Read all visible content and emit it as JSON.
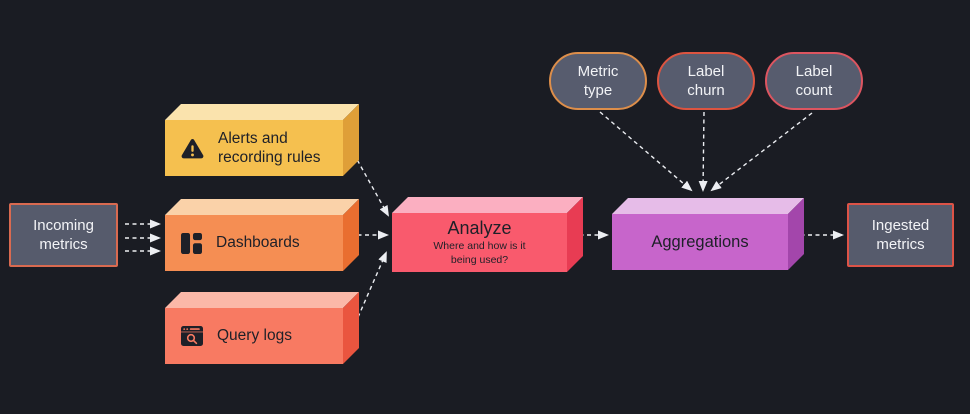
{
  "diagram": {
    "background": "#1a1c23",
    "arrow_color": "#eceef2",
    "nodes": {
      "incoming_metrics": {
        "label": "Incoming metrics",
        "fill": "#565b6c",
        "border": "#d96a50"
      },
      "alerts": {
        "label": "Alerts and recording rules",
        "icon": "warning-icon",
        "front": "#f5c04f",
        "top": "#fae3ad",
        "side": "#df9f38"
      },
      "dashboards": {
        "label": "Dashboards",
        "icon": "dashboard-grid-icon",
        "front": "#f58e53",
        "top": "#fad2a9",
        "side": "#e96e30"
      },
      "query_logs": {
        "label": "Query logs",
        "icon": "query-window-icon",
        "front": "#f87a62",
        "top": "#fbb8a8",
        "side": "#ea553f"
      },
      "analyze": {
        "title": "Analyze",
        "subtitle": "Where and how is it being used?",
        "front": "#f95a6d",
        "top": "#fbafc1",
        "side": "#e83c53"
      },
      "aggregations": {
        "label": "Aggregations",
        "front": "#c765cb",
        "top": "#e6bce8",
        "side": "#a346ab"
      },
      "ingested_metrics": {
        "label": "Ingested metrics",
        "fill": "#565b6c",
        "border": "#dd5347"
      },
      "pills": {
        "metric_type": {
          "label": "Metric type",
          "border": "#dd8e4a",
          "fill": "#575c6e"
        },
        "label_churn": {
          "label": "Label churn",
          "border": "#dd5440",
          "fill": "#575c6e"
        },
        "label_count": {
          "label": "Label count",
          "border": "#dd5560",
          "fill": "#575c6e"
        }
      }
    }
  }
}
